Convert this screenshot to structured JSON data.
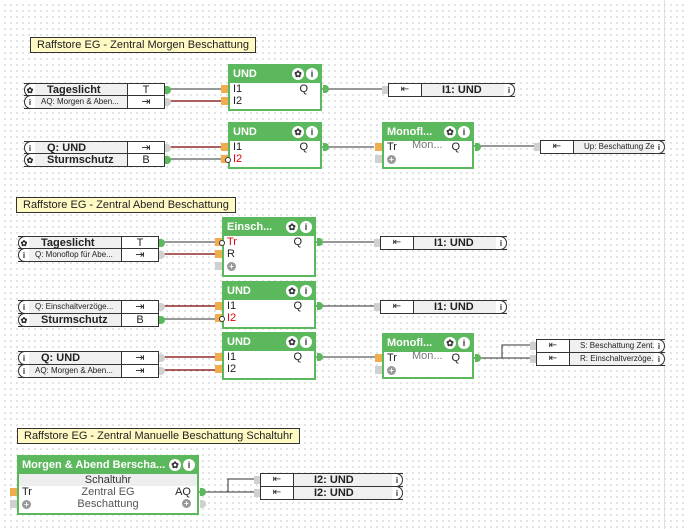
{
  "colors": {
    "block_green": "#5cb85c",
    "input_pin": "#f0ad4e",
    "inverted_label": "#e0000f",
    "comment_bg": "#fff9c4",
    "wire_inactive": "#7a0000",
    "wire_active": "#333333"
  },
  "comments": [
    "Raffstore EG - Zentral Morgen Beschattung",
    "Raffstore EG - Zentral Abend Beschattung",
    "Raffstore EG - Zentral Manuelle Beschattung Schaltuhr"
  ],
  "section1": {
    "inputs": [
      {
        "icon": "gear-icon",
        "glyph": "✿",
        "name": "Tageslicht",
        "port": "T"
      },
      {
        "icon": "info-icon",
        "glyph": "i",
        "name": "AQ: Morgen & Aben...",
        "port": "⇥"
      },
      {
        "icon": "info-icon",
        "glyph": "i",
        "name": "Q: UND",
        "port": "⇥"
      },
      {
        "icon": "gear-icon",
        "glyph": "✿",
        "name": "Sturmschutz",
        "port": "B"
      }
    ],
    "und1": {
      "title": "UND",
      "i1": "I1",
      "i2": "I2",
      "q": "Q"
    },
    "und2": {
      "title": "UND",
      "i1": "I1",
      "i2": "I2",
      "q": "Q"
    },
    "mono": {
      "title": "Monofl...",
      "tr": "Tr",
      "mid": "Mon...",
      "q": "Q"
    },
    "outputs": [
      {
        "icon": "⇤",
        "name": "I1: UND",
        "info": "i"
      },
      {
        "icon": "⇤",
        "name": "Up: Beschattung Ze...",
        "info": "i"
      }
    ]
  },
  "section2": {
    "inputs": [
      {
        "icon": "gear-icon",
        "glyph": "✿",
        "name": "Tageslicht",
        "port": "T"
      },
      {
        "icon": "info-icon",
        "glyph": "i",
        "name": "Q: Monoflop für Abe...",
        "port": "⇥"
      },
      {
        "icon": "info-icon",
        "glyph": "i",
        "name": "Q: Einschaltverzöge...",
        "port": "⇥"
      },
      {
        "icon": "gear-icon",
        "glyph": "✿",
        "name": "Sturmschutz",
        "port": "B"
      },
      {
        "icon": "info-icon",
        "glyph": "i",
        "name": "Q: UND",
        "port": "⇥"
      },
      {
        "icon": "info-icon",
        "glyph": "i",
        "name": "AQ: Morgen & Aben...",
        "port": "⇥"
      }
    ],
    "einsch": {
      "title": "Einsch...",
      "tr": "Tr",
      "r": "R",
      "q": "Q"
    },
    "und1": {
      "title": "UND",
      "i1": "I1",
      "i2": "I2",
      "q": "Q"
    },
    "und2": {
      "title": "UND",
      "i1": "I1",
      "i2": "I2",
      "q": "Q"
    },
    "mono": {
      "title": "Monofl...",
      "tr": "Tr",
      "mid": "Mon...",
      "q": "Q"
    },
    "outputs": [
      {
        "icon": "⇤",
        "name": "I1: UND",
        "info": "i"
      },
      {
        "icon": "⇤",
        "name": "I1: UND",
        "info": "i"
      },
      {
        "icon": "⇤",
        "name": "S: Beschattung Zent...",
        "info": "i"
      },
      {
        "icon": "⇤",
        "name": "R: Einschaltverzöge...",
        "info": "i"
      }
    ]
  },
  "section3": {
    "timer": {
      "title": "Morgen & Abend Berscha...",
      "row1": "Schaltuhr",
      "tr": "Tr",
      "row2": "Zentral EG",
      "aq": "AQ",
      "row3": "Beschattung"
    },
    "outputs": [
      {
        "icon": "⇤",
        "name": "I2: UND",
        "info": "i"
      },
      {
        "icon": "⇤",
        "name": "I2: UND",
        "info": "i"
      }
    ]
  },
  "block_buttons": {
    "gear": "✿",
    "info": "i"
  }
}
